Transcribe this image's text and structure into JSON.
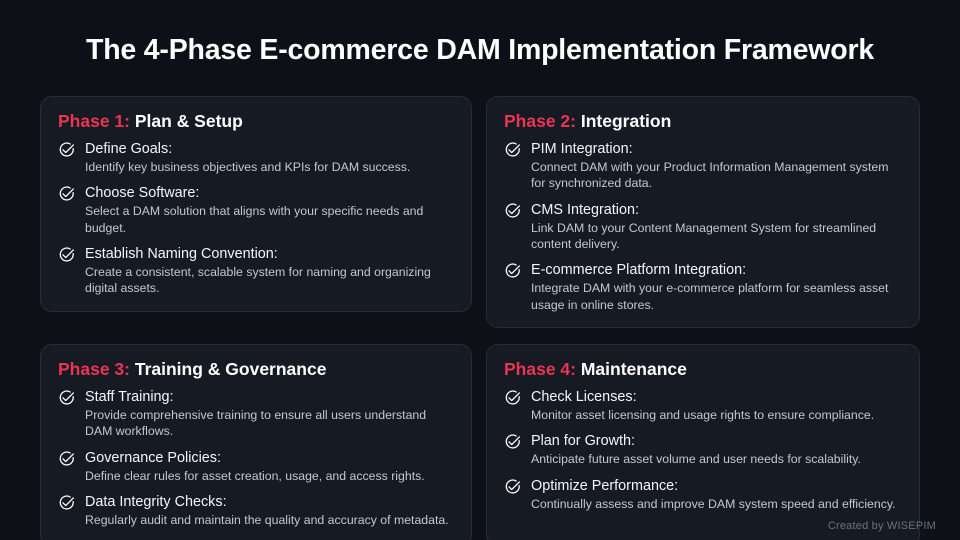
{
  "page": {
    "title": "The 4-Phase E-commerce DAM Implementation Framework",
    "background_color": "#0d1016",
    "card_background_color": "#151a23",
    "accent_color": "#ec3455",
    "credit": "Created by WISEPIM"
  },
  "icons": {
    "check": "check-circle-icon"
  },
  "cards": [
    {
      "phase_label": "Phase 1:",
      "subject": "Plan & Setup",
      "items": [
        {
          "title": "Define Goals:",
          "desc": "Identify key business objectives and KPIs for DAM success."
        },
        {
          "title": "Choose Software:",
          "desc": "Select a DAM solution that aligns with your specific needs and budget."
        },
        {
          "title": "Establish Naming Convention:",
          "desc": "Create a consistent, scalable system for naming and organizing digital assets."
        }
      ]
    },
    {
      "phase_label": "Phase 2:",
      "subject": "Integration",
      "items": [
        {
          "title": "PIM Integration:",
          "desc": "Connect DAM with your Product Information Management system for synchronized data."
        },
        {
          "title": "CMS Integration:",
          "desc": "Link DAM to your Content Management System for streamlined content delivery."
        },
        {
          "title": "E-commerce Platform Integration:",
          "desc": "Integrate DAM with your e-commerce platform for seamless asset usage in online stores."
        }
      ]
    },
    {
      "phase_label": "Phase 3:",
      "subject": "Training & Governance",
      "items": [
        {
          "title": "Staff Training:",
          "desc": "Provide comprehensive training to ensure all users understand DAM workflows."
        },
        {
          "title": "Governance Policies:",
          "desc": "Define clear rules for asset creation, usage, and access rights."
        },
        {
          "title": "Data Integrity Checks:",
          "desc": "Regularly audit and maintain the quality and accuracy of metadata."
        }
      ]
    },
    {
      "phase_label": "Phase 4:",
      "subject": "Maintenance",
      "items": [
        {
          "title": "Check Licenses:",
          "desc": "Monitor asset licensing and usage rights to ensure compliance."
        },
        {
          "title": "Plan for Growth:",
          "desc": "Anticipate future asset volume and user needs for scalability."
        },
        {
          "title": "Optimize Performance:",
          "desc": "Continually assess and improve DAM system speed and efficiency."
        }
      ]
    }
  ]
}
